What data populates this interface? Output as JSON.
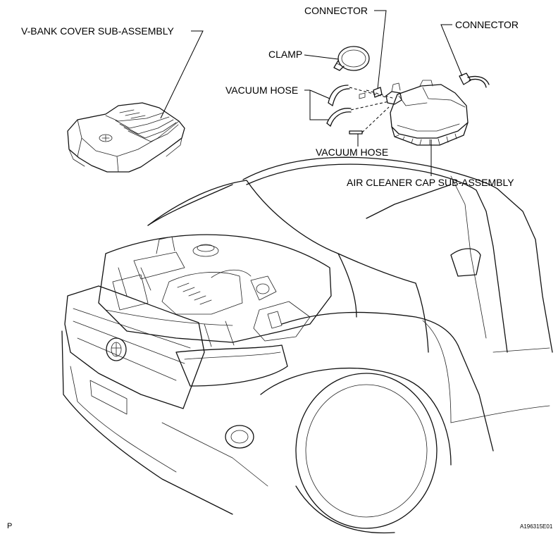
{
  "labels": {
    "v_bank_cover": "V-BANK COVER SUB-ASSEMBLY",
    "connector_top": "CONNECTOR",
    "connector_right": "CONNECTOR",
    "clamp": "CLAMP",
    "vacuum_hose_top": "VACUUM HOSE",
    "vacuum_hose_bottom": "VACUUM HOSE",
    "air_cleaner_cap": "AIR CLEANER CAP SUB-ASSEMBLY"
  },
  "corner": {
    "left_mark": "P",
    "figure_id": "A196315E01"
  }
}
